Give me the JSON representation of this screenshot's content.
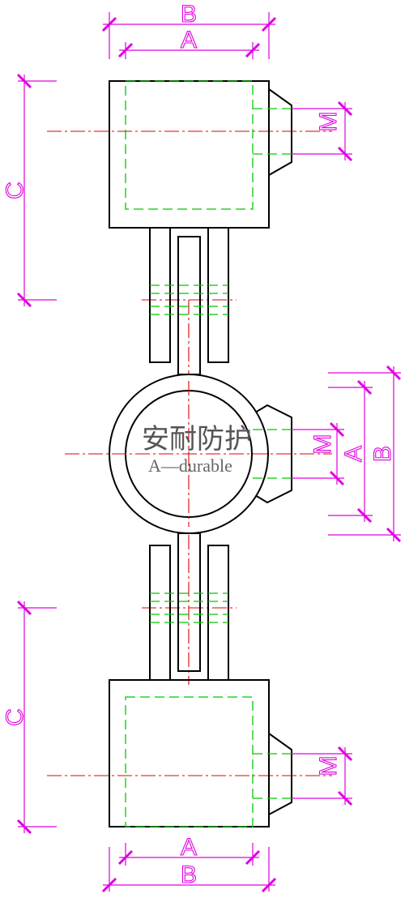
{
  "watermark": {
    "chinese": "安耐防护",
    "english": "A—durable"
  },
  "dimensions": {
    "top_overall_width": "B",
    "top_inner_width": "A",
    "top_lug_thickness": "M",
    "top_height": "C",
    "middle_lug_thickness": "M",
    "middle_inner_width": "A",
    "middle_overall_width": "B",
    "bottom_lug_thickness": "M",
    "bottom_height": "C",
    "bottom_inner_width": "A",
    "bottom_overall_width": "B"
  },
  "colors": {
    "object_line": "#000000",
    "hidden_line": "#00c800",
    "center_line": "#e00000",
    "dimension_line": "#e000e0"
  }
}
